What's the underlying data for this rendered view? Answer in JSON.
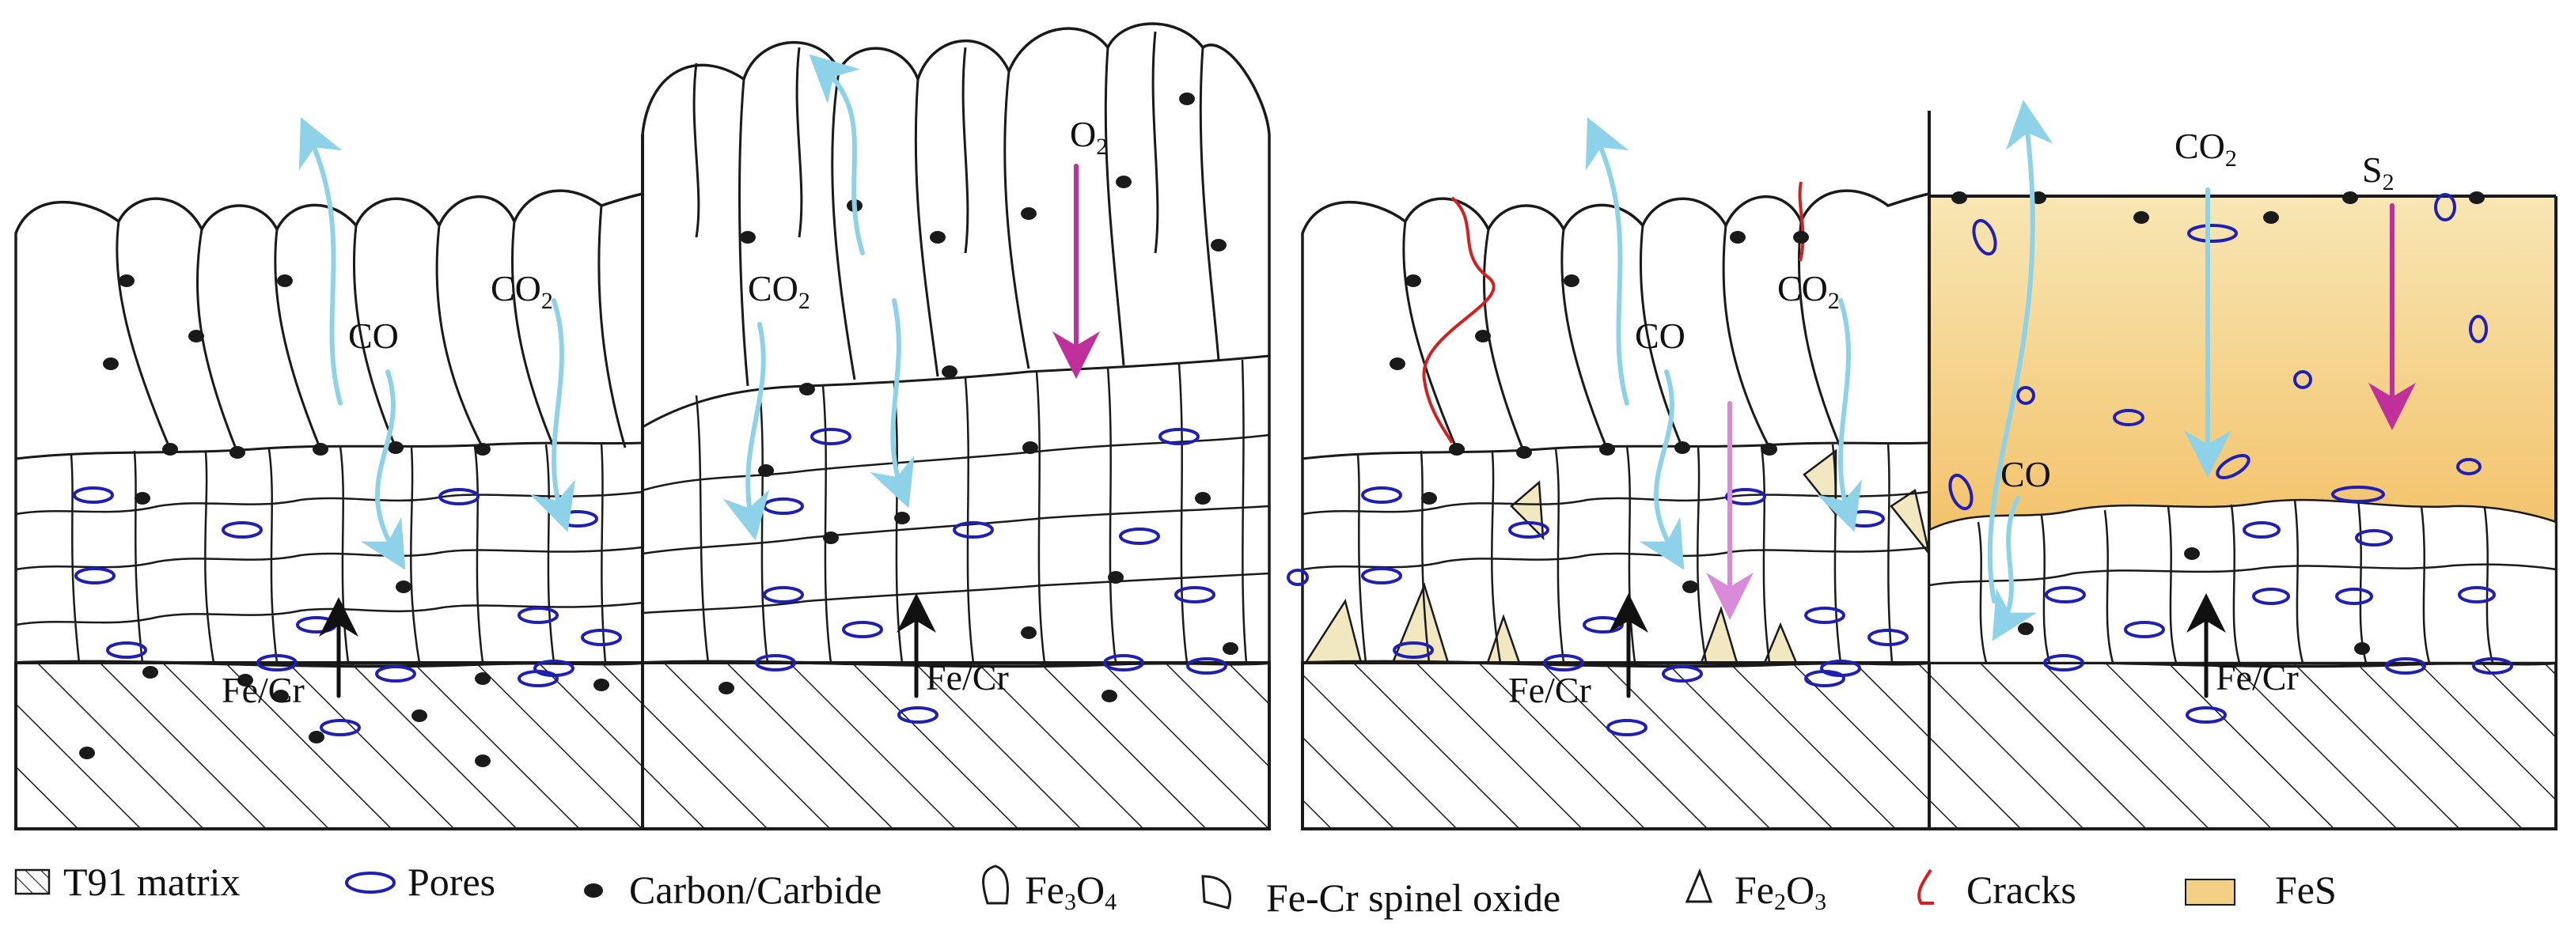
{
  "panels": [
    {
      "id": "panel-1",
      "labels": {
        "co": "CO",
        "co2": "CO",
        "co2_sub": "2",
        "fecr": "Fe/Cr"
      }
    },
    {
      "id": "panel-2",
      "labels": {
        "co2": "CO",
        "co2_sub": "2",
        "o2": "O",
        "o2_sub": "2",
        "fecr": "Fe/Cr"
      }
    },
    {
      "id": "panel-3",
      "labels": {
        "co": "CO",
        "co2": "CO",
        "co2_sub": "2",
        "fecr": "Fe/Cr"
      }
    },
    {
      "id": "panel-4",
      "labels": {
        "co2": "CO",
        "co2_sub": "2",
        "s2": "S",
        "s2_sub": "2",
        "co": "CO",
        "fecr": "Fe/Cr"
      }
    }
  ],
  "legend": {
    "items": [
      {
        "key": "t91",
        "label": "T91 matrix"
      },
      {
        "key": "pores",
        "label": "Pores"
      },
      {
        "key": "carbon",
        "label": "Carbon/Carbide"
      },
      {
        "key": "fe3o4",
        "label_main": "Fe",
        "label_sub1": "3",
        "label_mid": "O",
        "label_sub2": "4"
      },
      {
        "key": "spinel",
        "label": "Fe-Cr spinel oxide"
      },
      {
        "key": "fe2o3",
        "label_main": "Fe",
        "label_sub1": "2",
        "label_mid": "O",
        "label_sub2": "3"
      },
      {
        "key": "cracks",
        "label": "Cracks"
      },
      {
        "key": "fes",
        "label": "FeS"
      }
    ]
  },
  "colors": {
    "outline": "#1a1a1a",
    "pore": "#1f1fb4",
    "carbon": "#1a1a1a",
    "gas_arrow": "#8ed2ea",
    "o2_arrow": "#c0309a",
    "s2_arrow": "#c0309a",
    "pink_arrow": "#e69ae0",
    "crack": "#d42020",
    "fe2o3_fill": "#f1e8c2",
    "fes_top": "#f7e0a8",
    "fes_bottom": "#f4c672",
    "outward_arrow": "#111111"
  }
}
